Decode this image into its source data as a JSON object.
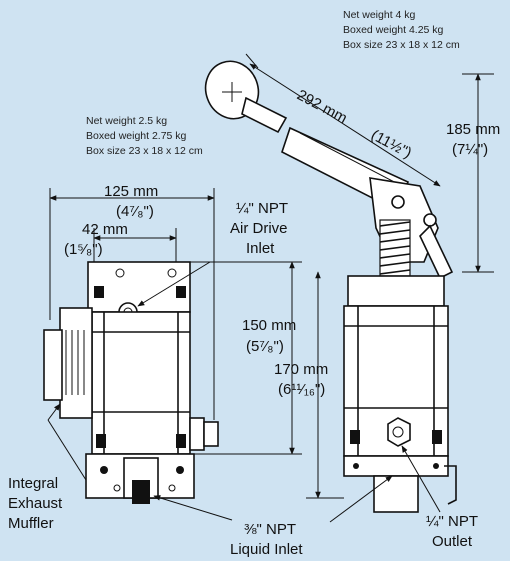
{
  "weights": {
    "pump_right": [
      "Net weight 4 kg",
      "Boxed weight 4.25 kg",
      "Box size 23 x 18 x 12 cm"
    ],
    "pump_left": [
      "Net weight 2.5 kg",
      "Boxed weight 2.75 kg",
      "Box size 23 x 18 x 12 cm"
    ]
  },
  "dimensions": {
    "lever": {
      "mm": "292 mm",
      "inch": "(11½\")"
    },
    "height_right": {
      "mm": "185 mm",
      "inch": "(7¼\")"
    },
    "width": {
      "mm": "125 mm",
      "inch": "(4⁷⁄₈\")"
    },
    "offset": {
      "mm": "42 mm",
      "inch": "(1⁵⁄₈\")"
    },
    "body": {
      "mm": "150 mm",
      "inch": "(5⁷⁄₈\")"
    },
    "total": {
      "mm": "170 mm",
      "inch": "(6¹¹⁄₁₆\")"
    }
  },
  "callouts": {
    "air_drive": [
      "¼\" NPT",
      "Air Drive",
      "Inlet"
    ],
    "muffler": [
      "Integral",
      "Exhaust",
      "Muffler"
    ],
    "liquid_inlet": [
      "⅜\" NPT",
      "Liquid Inlet"
    ],
    "outlet": [
      "¼\" NPT",
      "Outlet"
    ]
  },
  "colors": {
    "background": "#cfe3f2",
    "lines": "#111111",
    "fill": "#ffffff"
  }
}
